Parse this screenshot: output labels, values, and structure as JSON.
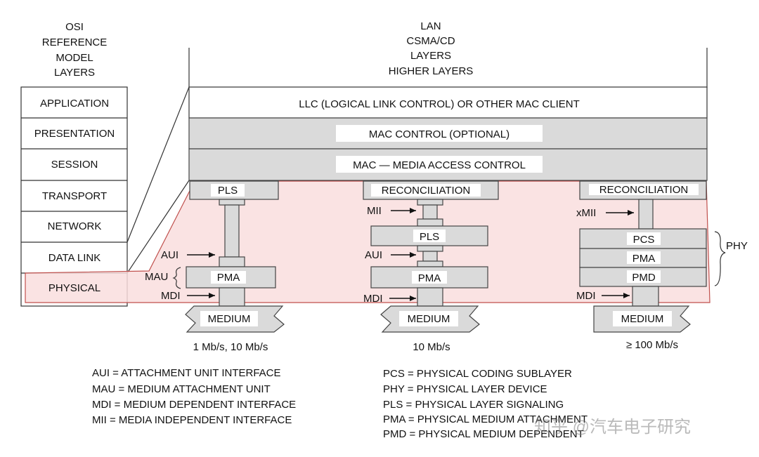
{
  "osi_header": [
    "OSI",
    "REFERENCE",
    "MODEL",
    "LAYERS"
  ],
  "lan_header": [
    "LAN",
    "CSMA/CD",
    "LAYERS",
    "HIGHER LAYERS"
  ],
  "osi_layers": [
    "APPLICATION",
    "PRESENTATION",
    "SESSION",
    "TRANSPORT",
    "NETWORK",
    "DATA LINK",
    "PHYSICAL"
  ],
  "lan_layers": {
    "llc": "LLC (LOGICAL LINK CONTROL) OR OTHER MAC CLIENT",
    "mac_control": "MAC CONTROL (OPTIONAL)",
    "mac": "MAC — MEDIA ACCESS CONTROL"
  },
  "stack1": {
    "pls": "PLS",
    "aui": "AUI",
    "mau": "MAU",
    "pma": "PMA",
    "mdi": "MDI",
    "medium": "MEDIUM",
    "rate": "1 Mb/s, 10 Mb/s"
  },
  "stack2": {
    "reconciliation": "RECONCILIATION",
    "mii": "MII",
    "pls": "PLS",
    "aui": "AUI",
    "pma": "PMA",
    "mdi": "MDI",
    "medium": "MEDIUM",
    "rate": "10 Mb/s"
  },
  "stack3": {
    "reconciliation": "RECONCILIATION",
    "xmii": "xMII",
    "pcs": "PCS",
    "pma": "PMA",
    "pmd": "PMD",
    "mdi": "MDI",
    "phy": "PHY",
    "medium": "MEDIUM",
    "rate": "≥ 100 Mb/s"
  },
  "legend_left": [
    "AUI = ATTACHMENT UNIT INTERFACE",
    "MAU = MEDIUM ATTACHMENT UNIT",
    "MDI = MEDIUM DEPENDENT INTERFACE",
    "MII = MEDIA INDEPENDENT INTERFACE"
  ],
  "legend_right": [
    "PCS = PHYSICAL CODING SUBLAYER",
    "PHY = PHYSICAL LAYER DEVICE",
    "PLS = PHYSICAL LAYER SIGNALING",
    "PMA = PHYSICAL MEDIUM ATTACHMENT",
    "PMD = PHYSICAL MEDIUM DEPENDENT"
  ],
  "watermark": "知乎 @汽车电子研究",
  "colors": {
    "highlight_fill": "#f9dede",
    "highlight_stroke": "#c0504d",
    "gray_fill": "#dadada"
  }
}
